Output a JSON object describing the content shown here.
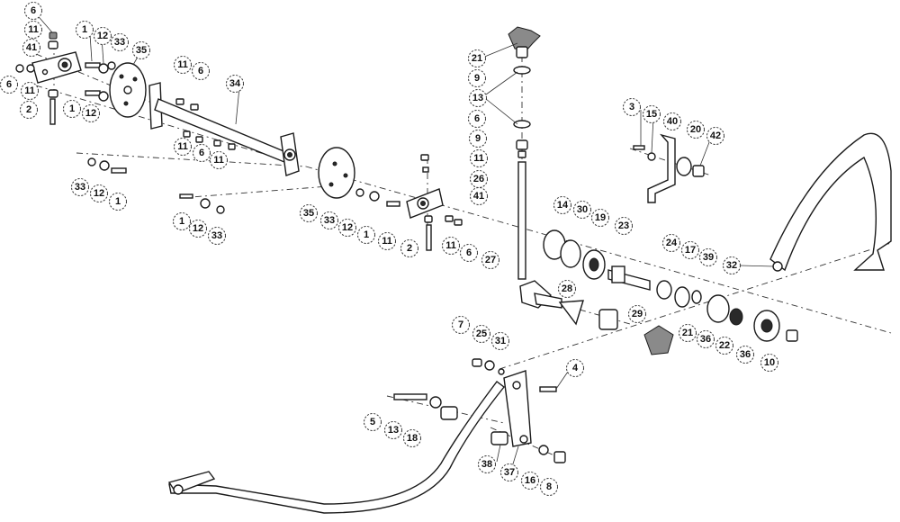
{
  "callouts": [
    {
      "label": "6"
    },
    {
      "label": "11"
    },
    {
      "label": "41"
    },
    {
      "label": "6"
    },
    {
      "label": "11"
    },
    {
      "label": "2"
    },
    {
      "label": "1"
    },
    {
      "label": "12"
    },
    {
      "label": "33"
    },
    {
      "label": "35"
    },
    {
      "label": "1"
    },
    {
      "label": "12"
    },
    {
      "label": "11"
    },
    {
      "label": "6"
    },
    {
      "label": "34"
    },
    {
      "label": "11"
    },
    {
      "label": "6"
    },
    {
      "label": "11"
    },
    {
      "label": "33"
    },
    {
      "label": "12"
    },
    {
      "label": "1"
    },
    {
      "label": "1"
    },
    {
      "label": "12"
    },
    {
      "label": "33"
    },
    {
      "label": "35"
    },
    {
      "label": "33"
    },
    {
      "label": "12"
    },
    {
      "label": "1"
    },
    {
      "label": "11"
    },
    {
      "label": "2"
    },
    {
      "label": "11"
    },
    {
      "label": "6"
    },
    {
      "label": "41"
    },
    {
      "label": "21"
    },
    {
      "label": "9"
    },
    {
      "label": "13"
    },
    {
      "label": "6"
    },
    {
      "label": "9"
    },
    {
      "label": "11"
    },
    {
      "label": "26"
    },
    {
      "label": "14"
    },
    {
      "label": "30"
    },
    {
      "label": "19"
    },
    {
      "label": "23"
    },
    {
      "label": "27"
    },
    {
      "label": "28"
    },
    {
      "label": "29"
    },
    {
      "label": "24"
    },
    {
      "label": "17"
    },
    {
      "label": "39"
    },
    {
      "label": "21"
    },
    {
      "label": "36"
    },
    {
      "label": "22"
    },
    {
      "label": "36"
    },
    {
      "label": "10"
    },
    {
      "label": "3"
    },
    {
      "label": "15"
    },
    {
      "label": "40"
    },
    {
      "label": "20"
    },
    {
      "label": "42"
    },
    {
      "label": "32"
    },
    {
      "label": "7"
    },
    {
      "label": "25"
    },
    {
      "label": "31"
    },
    {
      "label": "4"
    },
    {
      "label": "5"
    },
    {
      "label": "13"
    },
    {
      "label": "18"
    },
    {
      "label": "38"
    },
    {
      "label": "37"
    },
    {
      "label": "16"
    },
    {
      "label": "8"
    }
  ]
}
